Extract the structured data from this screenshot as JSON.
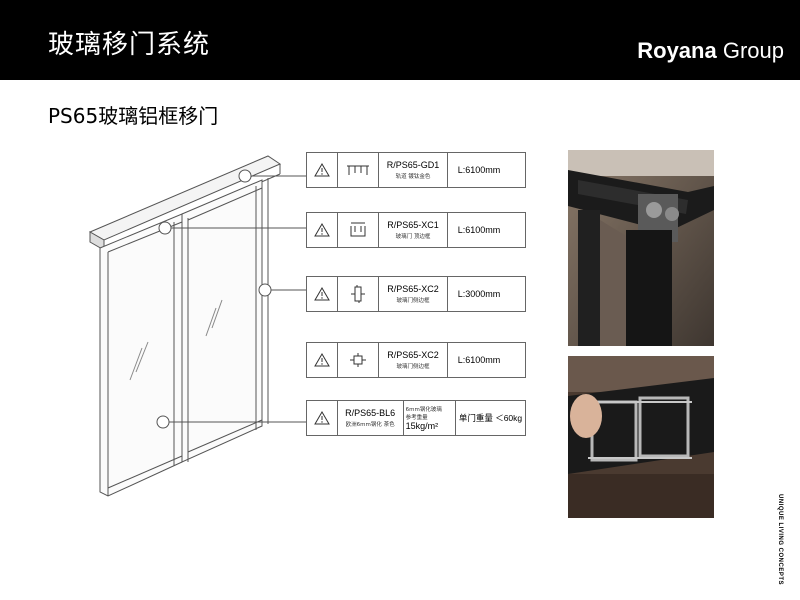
{
  "header": {
    "title": "玻璃移门系统",
    "brand_bold": "Royana",
    "brand_light": " Group"
  },
  "subtitle": "PS65玻璃铝框移门",
  "specs": [
    {
      "icon": "track-profile-icon",
      "code": "R/PS65-GD1",
      "desc": "轨道 镀钛金色",
      "length": "L:6100mm"
    },
    {
      "icon": "top-frame-profile-icon",
      "code": "R/PS65-XC1",
      "desc": "玻璃门 顶边框",
      "length": "L:6100mm"
    },
    {
      "icon": "side-frame-profile-icon",
      "code": "R/PS65-XC2",
      "desc": "玻璃门侧边框",
      "length": "L:3000mm"
    },
    {
      "icon": "side-frame-profile-icon",
      "code": "R/PS65-XC2",
      "desc": "玻璃门侧边框",
      "length": "L:6100mm"
    }
  ],
  "glass_spec": {
    "code": "R/PS65-BL6",
    "desc": "欧洲6mm钢化 茶色",
    "thickness_note": "6mm钢化玻璃",
    "ref_label": "参考重量",
    "weight": "15kg/m²",
    "max_label": "单门重量 ＜60kg"
  },
  "tagline": "UNIQUE LIVING CONCEPTS"
}
